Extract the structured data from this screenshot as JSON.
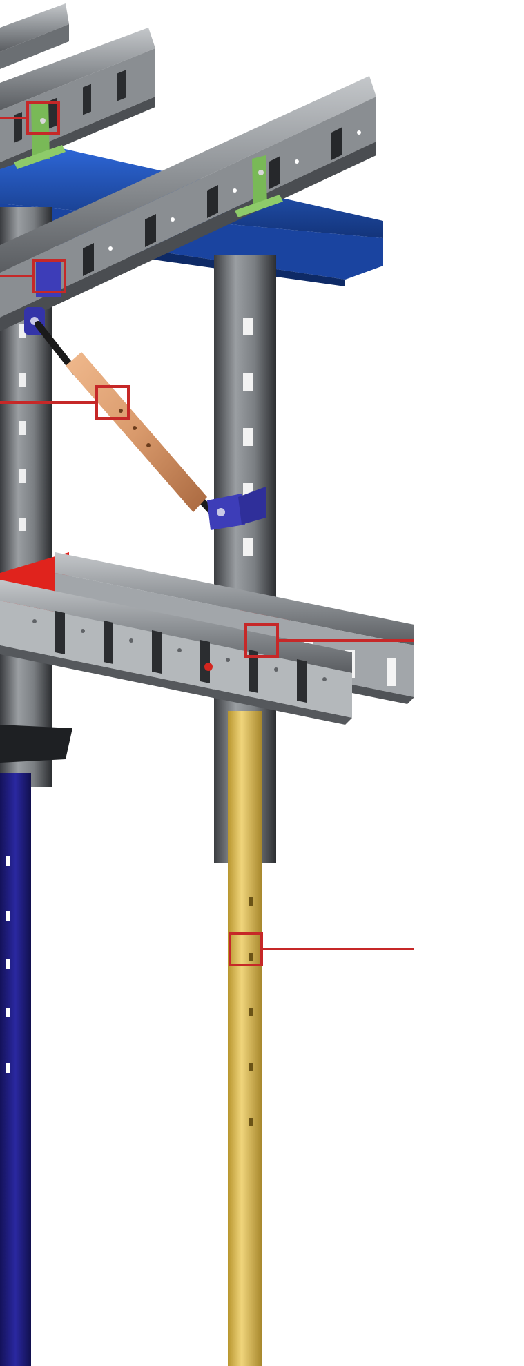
{
  "colors": {
    "background": "#ffffff",
    "steel_light": "#a9adb0",
    "steel_mid": "#7d8186",
    "steel_dark": "#45484c",
    "steel_black": "#202224",
    "beam_blue": "#1f4fb0",
    "beam_blue_dark": "#13347a",
    "bracket_green": "#79b957",
    "clamp_purple": "#3d3db8",
    "brace_tube": "#d99a6c",
    "saddle_red": "#e0231d",
    "leg_navy": "#1c1a78",
    "extension_yellow": "#e4c25e",
    "callout_red": "#c62828"
  },
  "callouts": [
    {
      "name": "callout-green-bracket"
    },
    {
      "name": "callout-purple-clamp"
    },
    {
      "name": "callout-brace-tube"
    },
    {
      "name": "callout-red-saddle"
    },
    {
      "name": "callout-yellow-extension"
    }
  ]
}
